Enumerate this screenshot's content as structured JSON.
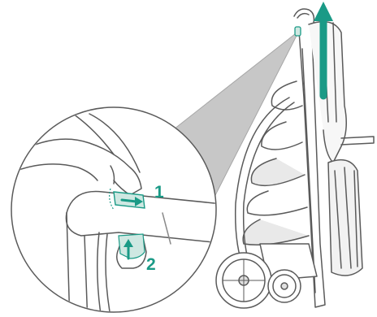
{
  "illustration": {
    "steps": [
      {
        "number": "1",
        "action": "press-release-button"
      },
      {
        "number": "2",
        "action": "lift-lower-latch"
      }
    ],
    "fold_direction": "up",
    "colors": {
      "accent": "#1a9a86",
      "accent_light": "#cfe8e2",
      "line": "#5a5a5a",
      "zoom_cone": "#bdbdbd",
      "fabric_shade": "#e9e9e9",
      "background": "#ffffff"
    },
    "icons": [
      "hand-icon",
      "fold-arrow-icon",
      "push-arrow-icon",
      "lift-arrow-icon"
    ]
  }
}
